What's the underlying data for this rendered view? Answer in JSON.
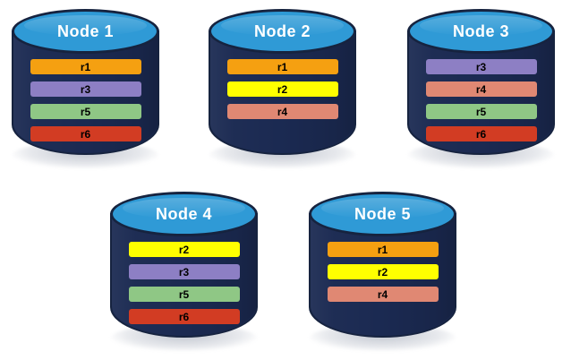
{
  "diagram": {
    "type": "replication-placement-diagram",
    "background_color": "#ffffff",
    "node_colors": {
      "body": "#1b2a52",
      "body_border": "#16233f",
      "top_ellipse": "#2f9ad6",
      "title_text": "#ffffff"
    },
    "record_colors": {
      "r1": "#f5a011",
      "r2": "#ffff00",
      "r3": "#8d7fc4",
      "r4": "#e08873",
      "r5": "#8fc785",
      "r6": "#d23c23"
    },
    "nodes": [
      {
        "id": "node-1",
        "title": "Node  1",
        "records": [
          {
            "label": "r1",
            "color": "#f5a011"
          },
          {
            "label": "r3",
            "color": "#8d7fc4"
          },
          {
            "label": "r5",
            "color": "#8fc785"
          },
          {
            "label": "r6",
            "color": "#d23c23"
          }
        ]
      },
      {
        "id": "node-2",
        "title": "Node  2",
        "records": [
          {
            "label": "r1",
            "color": "#f5a011"
          },
          {
            "label": "r2",
            "color": "#ffff00"
          },
          {
            "label": "r4",
            "color": "#e08873"
          }
        ]
      },
      {
        "id": "node-3",
        "title": "Node  3",
        "records": [
          {
            "label": "r3",
            "color": "#8d7fc4"
          },
          {
            "label": "r4",
            "color": "#e08873"
          },
          {
            "label": "r5",
            "color": "#8fc785"
          },
          {
            "label": "r6",
            "color": "#d23c23"
          }
        ]
      },
      {
        "id": "node-4",
        "title": "Node  4",
        "records": [
          {
            "label": "r2",
            "color": "#ffff00"
          },
          {
            "label": "r3",
            "color": "#8d7fc4"
          },
          {
            "label": "r5",
            "color": "#8fc785"
          },
          {
            "label": "r6",
            "color": "#d23c23"
          }
        ]
      },
      {
        "id": "node-5",
        "title": "Node  5",
        "records": [
          {
            "label": "r1",
            "color": "#f5a011"
          },
          {
            "label": "r2",
            "color": "#ffff00"
          },
          {
            "label": "r4",
            "color": "#e08873"
          }
        ]
      }
    ]
  }
}
